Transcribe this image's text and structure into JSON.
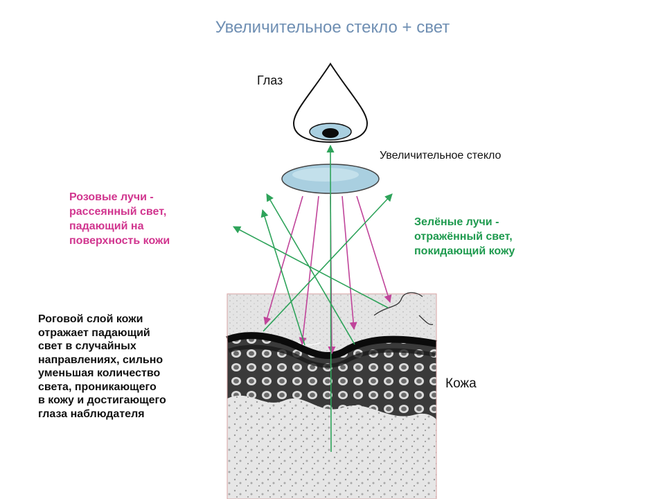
{
  "title": "Увеличительное стекло + свет",
  "labels": {
    "eye": "Глаз",
    "magnifier": "Увеличительное стекло",
    "pink_rays": "Розовые лучи -\nрассеянный свет,\nпадающий на\nповерхность кожи",
    "green_rays": "Зелёные лучи -\nотражённый свет,\nпокидающий кожу",
    "skin": "Кожа",
    "stratum": "Роговой слой кожи\nотражает падающий\nсвет в случайных\nнаправлениях, сильно\nуменьшая количество\nсвета, проникающего\nв кожу и достигающего\nглаза наблюдателя"
  },
  "colors": {
    "pink_ray": "#c0449a",
    "green_ray": "#2ea35a",
    "lens_fill": "#a9cfe0",
    "title": "#6f8fb3"
  },
  "icons": {
    "eye": "eye-drop-icon",
    "lens": "magnifying-lens-icon"
  }
}
